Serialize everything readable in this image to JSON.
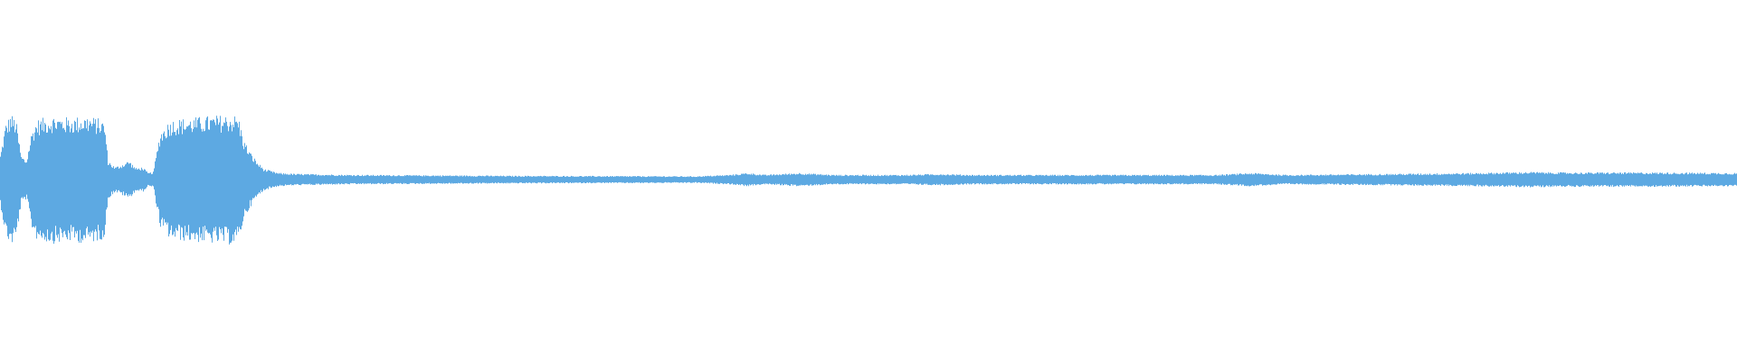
{
  "waveform": {
    "color": "#5DA9E2",
    "background": "#ffffff",
    "amplitude_envelope": [
      [
        0.0,
        0.26
      ],
      [
        0.003,
        0.58
      ],
      [
        0.006,
        0.68
      ],
      [
        0.009,
        0.62
      ],
      [
        0.012,
        0.25
      ],
      [
        0.015,
        0.2
      ],
      [
        0.018,
        0.5
      ],
      [
        0.021,
        0.62
      ],
      [
        0.03,
        0.66
      ],
      [
        0.04,
        0.64
      ],
      [
        0.05,
        0.66
      ],
      [
        0.057,
        0.63
      ],
      [
        0.06,
        0.6
      ],
      [
        0.062,
        0.2
      ],
      [
        0.066,
        0.13
      ],
      [
        0.07,
        0.16
      ],
      [
        0.074,
        0.2
      ],
      [
        0.078,
        0.12
      ],
      [
        0.082,
        0.13
      ],
      [
        0.085,
        0.07
      ],
      [
        0.088,
        0.08
      ],
      [
        0.092,
        0.5
      ],
      [
        0.098,
        0.62
      ],
      [
        0.11,
        0.64
      ],
      [
        0.122,
        0.66
      ],
      [
        0.132,
        0.67
      ],
      [
        0.137,
        0.66
      ],
      [
        0.14,
        0.42
      ],
      [
        0.144,
        0.28
      ],
      [
        0.148,
        0.18
      ],
      [
        0.152,
        0.11
      ],
      [
        0.16,
        0.07
      ],
      [
        0.17,
        0.06
      ],
      [
        0.2,
        0.05
      ],
      [
        0.3,
        0.04
      ],
      [
        0.4,
        0.035
      ],
      [
        0.42,
        0.05
      ],
      [
        0.43,
        0.07
      ],
      [
        0.44,
        0.05
      ],
      [
        0.46,
        0.07
      ],
      [
        0.48,
        0.05
      ],
      [
        0.52,
        0.05
      ],
      [
        0.54,
        0.06
      ],
      [
        0.56,
        0.05
      ],
      [
        0.6,
        0.05
      ],
      [
        0.7,
        0.05
      ],
      [
        0.72,
        0.07
      ],
      [
        0.74,
        0.05
      ],
      [
        0.8,
        0.06
      ],
      [
        0.85,
        0.07
      ],
      [
        0.88,
        0.08
      ],
      [
        0.9,
        0.075
      ],
      [
        0.95,
        0.075
      ],
      [
        1.0,
        0.07
      ]
    ]
  }
}
